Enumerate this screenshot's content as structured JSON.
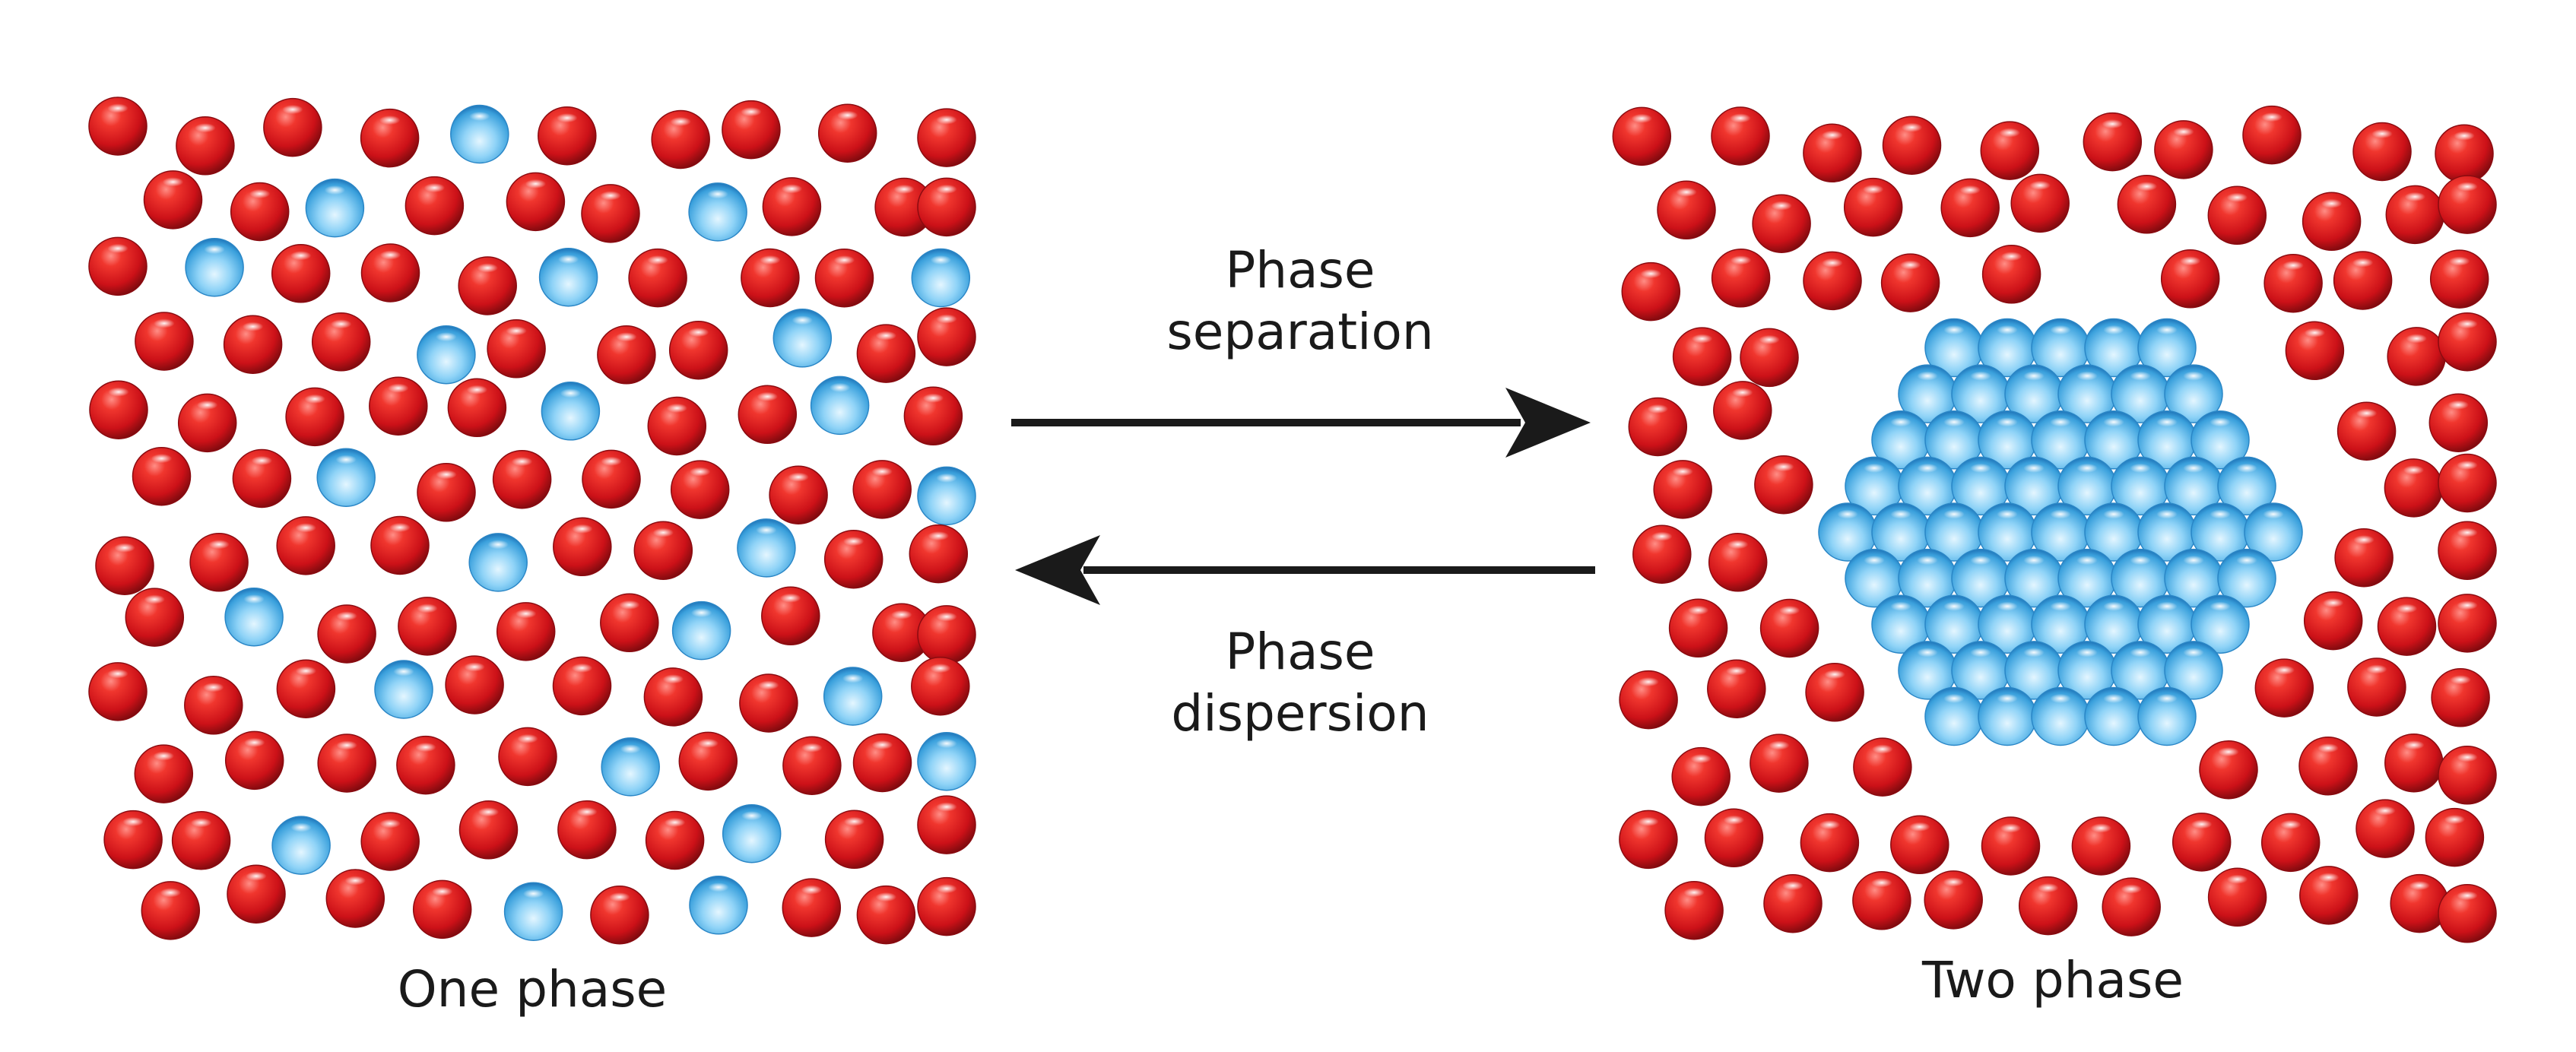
{
  "captions": {
    "left": "One phase",
    "right": "Two phase"
  },
  "arrows": {
    "forward": {
      "line1": "Phase",
      "line2": "separation",
      "direction": "right"
    },
    "reverse": {
      "line1": "Phase",
      "line2": "dispersion",
      "direction": "left"
    }
  },
  "colors": {
    "red_particle": "#d8161d",
    "blue_particle": "#3aa6e0",
    "arrow": "#1a1a1a",
    "text": "#1a1a1a"
  }
}
